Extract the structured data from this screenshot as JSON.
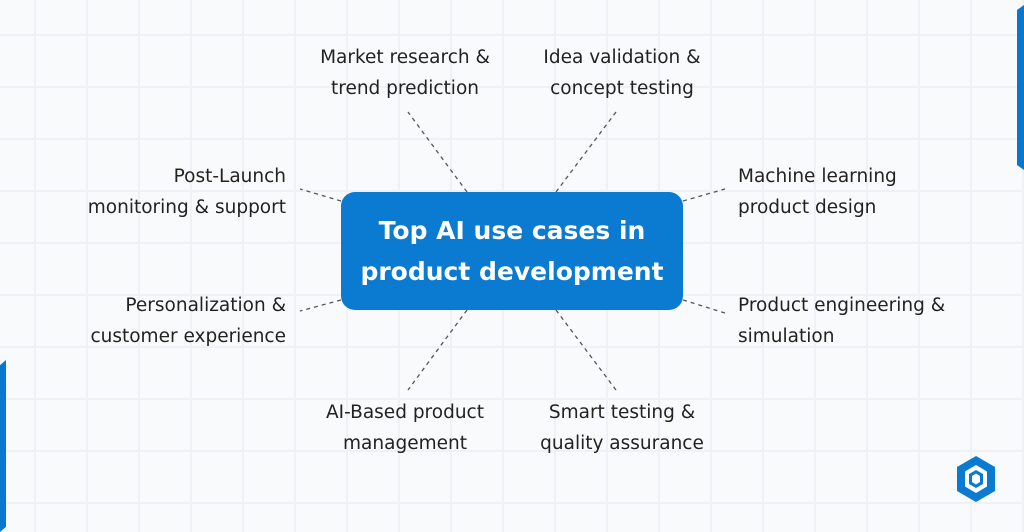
{
  "title": "Top AI use cases in product development",
  "items": [
    {
      "id": "market-research",
      "lines": [
        "Market research &",
        "trend prediction"
      ]
    },
    {
      "id": "idea-validation",
      "lines": [
        "Idea validation &",
        "concept testing"
      ]
    },
    {
      "id": "ml-design",
      "lines": [
        "Machine learning",
        "product design"
      ]
    },
    {
      "id": "engineering",
      "lines": [
        "Product engineering &",
        "simulation"
      ]
    },
    {
      "id": "smart-testing",
      "lines": [
        "Smart testing &",
        "quality assurance"
      ]
    },
    {
      "id": "ai-management",
      "lines": [
        "AI-Based product",
        "management"
      ]
    },
    {
      "id": "personalization",
      "lines": [
        "Personalization &",
        "customer experience"
      ]
    },
    {
      "id": "post-launch",
      "lines": [
        "Post-Launch",
        "monitoring & support"
      ]
    }
  ],
  "colors": {
    "accent": "#0a7bd1",
    "text": "#222222",
    "background": "#f9fafb"
  },
  "logo_icon": "hexagon-logo-icon"
}
